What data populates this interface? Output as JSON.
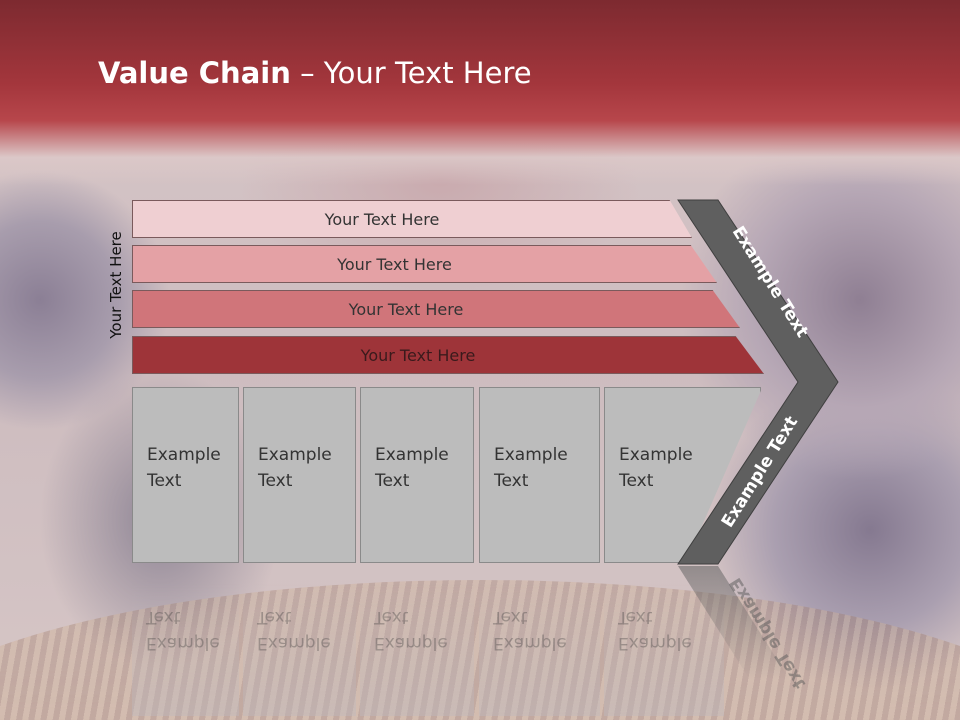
{
  "slide": {
    "title_bold": "Value Chain",
    "title_rest": " – Your Text Here",
    "side_label": "Your Text Here"
  },
  "bands": [
    {
      "label": "Your Text Here",
      "color": "#efcfd2"
    },
    {
      "label": "Your Text Here",
      "color": "#e4a1a5"
    },
    {
      "label": "Your Text Here",
      "color": "#d0757a"
    },
    {
      "label": "Your Text Here",
      "color": "#9e3439"
    }
  ],
  "boxes": [
    {
      "line1": "Example",
      "line2": "Text"
    },
    {
      "line1": "Example",
      "line2": "Text"
    },
    {
      "line1": "Example",
      "line2": "Text"
    },
    {
      "line1": "Example",
      "line2": "Text"
    },
    {
      "line1": "Example",
      "line2": "Text"
    }
  ],
  "chevron": {
    "upper_label": "Example Text",
    "lower_label": "Example Text",
    "color": "#5f5f5f"
  },
  "colors": {
    "header_dark": "#7d2a30",
    "header_light": "#b7464b",
    "box_fill": "#bcbcbc"
  }
}
